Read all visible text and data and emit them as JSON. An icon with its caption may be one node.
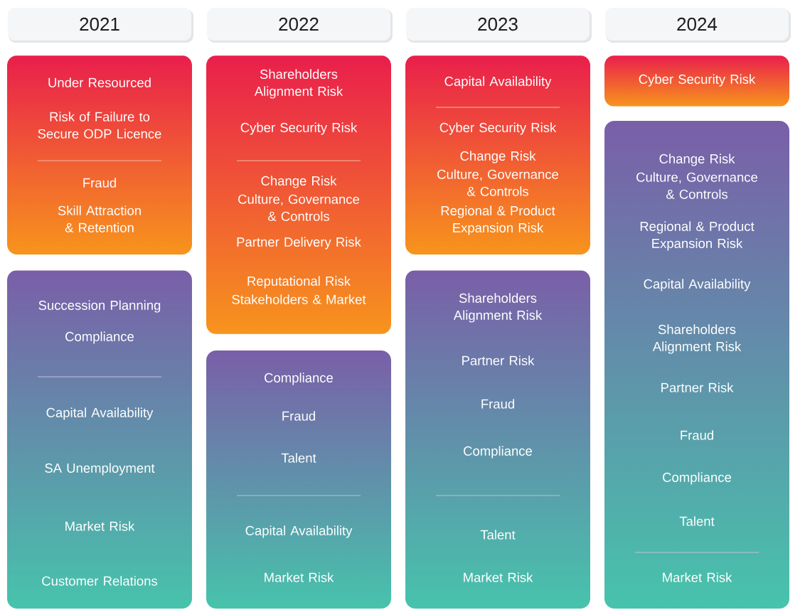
{
  "diagram": {
    "nodes": [
      {
        "text": [
          "2021"
        ]
      },
      {
        "text": [
          "2022"
        ]
      },
      {
        "text": [
          "2023"
        ]
      },
      {
        "text": [
          "2024"
        ]
      },
      {
        "text": [
          "Under Resourced",
          "Risk of Failure to Secure ODP Licence",
          "Fraud",
          "Skill Attraction & Retention"
        ]
      },
      {
        "text": [
          "Succession Planning",
          "Compliance",
          "Capital Availability",
          "SA Unemployment",
          "Market Risk",
          "Customer Relations"
        ]
      },
      {
        "text": [
          "Shareholders Alignment Risk",
          "Cyber Security Risk",
          "Change Risk",
          "Culture, Governance & Controls",
          "Partner Delivery Risk",
          "Reputational Risk",
          "Stakeholders & Market"
        ]
      },
      {
        "text": [
          "Compliance",
          "Fraud",
          "Talent",
          "Capital Availability",
          "Market Risk"
        ]
      },
      {
        "text": [
          "Capital Availability",
          "Cyber Security Risk",
          "Change Risk",
          "Culture, Governance & Controls",
          "Regional & Product Expansion Risk"
        ]
      },
      {
        "text": [
          "Shareholders Alignment Risk",
          "Partner Risk",
          "Fraud",
          "Compliance",
          "Talent",
          "Market Risk"
        ]
      },
      {
        "text": [
          "Cyber Security Risk"
        ]
      },
      {
        "text": [
          "Change Risk",
          "Culture, Governance & Controls",
          "Regional & Product Expansion Risk",
          "Capital Availability",
          "Shareholders Alignment Risk",
          "Partner Risk",
          "Fraud",
          "Compliance",
          "Talent",
          "Market Risk"
        ]
      }
    ]
  }
}
